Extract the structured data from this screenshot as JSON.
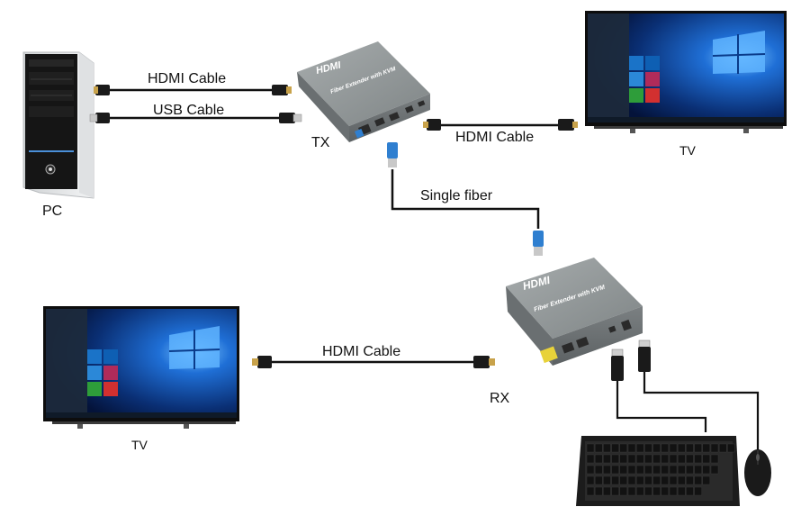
{
  "labels": {
    "pc": "PC",
    "tx": "TX",
    "rx": "RX",
    "tv_top": "TV",
    "tv_bottom": "TV",
    "hdmi_cable_pc": "HDMI Cable",
    "usb_cable_pc": "USB Cable",
    "hdmi_cable_tv_top": "HDMI Cable",
    "single_fiber": "Single fiber",
    "hdmi_cable_tv_bottom": "HDMI Cable"
  },
  "device": {
    "logo": "HDMI",
    "title": "Fiber Extender with KVM"
  },
  "colors": {
    "device_body": "#8a8f90",
    "device_top": "#9aa0a1",
    "device_dark": "#5d6263",
    "cable": "#111111",
    "fiber_blue": "#2f7fd0",
    "connector_gold": "#c8a24a",
    "desktop_blue": "#0b3f8f",
    "sfp_yellow": "#e8d23a"
  }
}
